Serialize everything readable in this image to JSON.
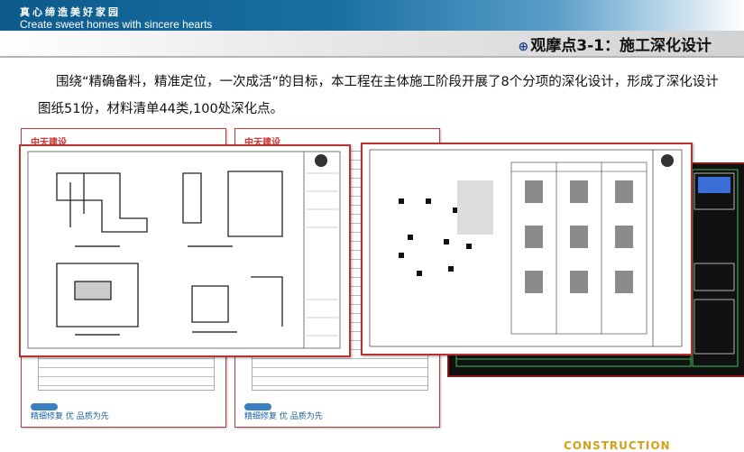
{
  "header": {
    "slogan_cn": "真心缔造美好家园",
    "slogan_en": "Create sweet homes with sincere hearts"
  },
  "slide": {
    "title": "观摩点3-1：施工深化设计",
    "title_marker": "⊕",
    "paragraph": "围绕“精确备料，精准定位，一次成活”的目标，本工程在主体施工阶段开展了8个分项的深化设计，形成了深化设计图纸51份，材料清单44类,100处深化点。"
  },
  "colors": {
    "banner": "#0d5a8c",
    "doc_border": "#c03a3a",
    "title_marker": "#1a3f8f"
  },
  "images": {
    "doc_left_logo": "中天建设",
    "doc_right_logo": "中天建设",
    "doc_footer": "精细修复 优 品质为先",
    "footer_brand": "CONSTRUCTION"
  }
}
